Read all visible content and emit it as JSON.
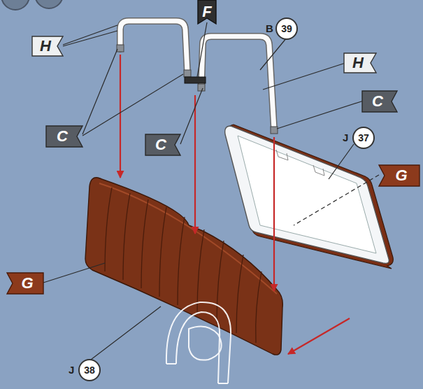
{
  "diagram": {
    "nodes": [
      {
        "text": [
          "F"
        ]
      },
      {
        "text": [
          "B",
          "39"
        ]
      },
      {
        "text": [
          "H"
        ]
      },
      {
        "text": [
          "H"
        ]
      },
      {
        "text": [
          "C"
        ]
      },
      {
        "text": [
          "C"
        ]
      },
      {
        "text": [
          "J",
          "37"
        ]
      },
      {
        "text": [
          "C"
        ]
      },
      {
        "text": [
          "G"
        ]
      },
      {
        "text": [
          "G"
        ]
      },
      {
        "text": [
          "J",
          "38"
        ]
      }
    ]
  }
}
